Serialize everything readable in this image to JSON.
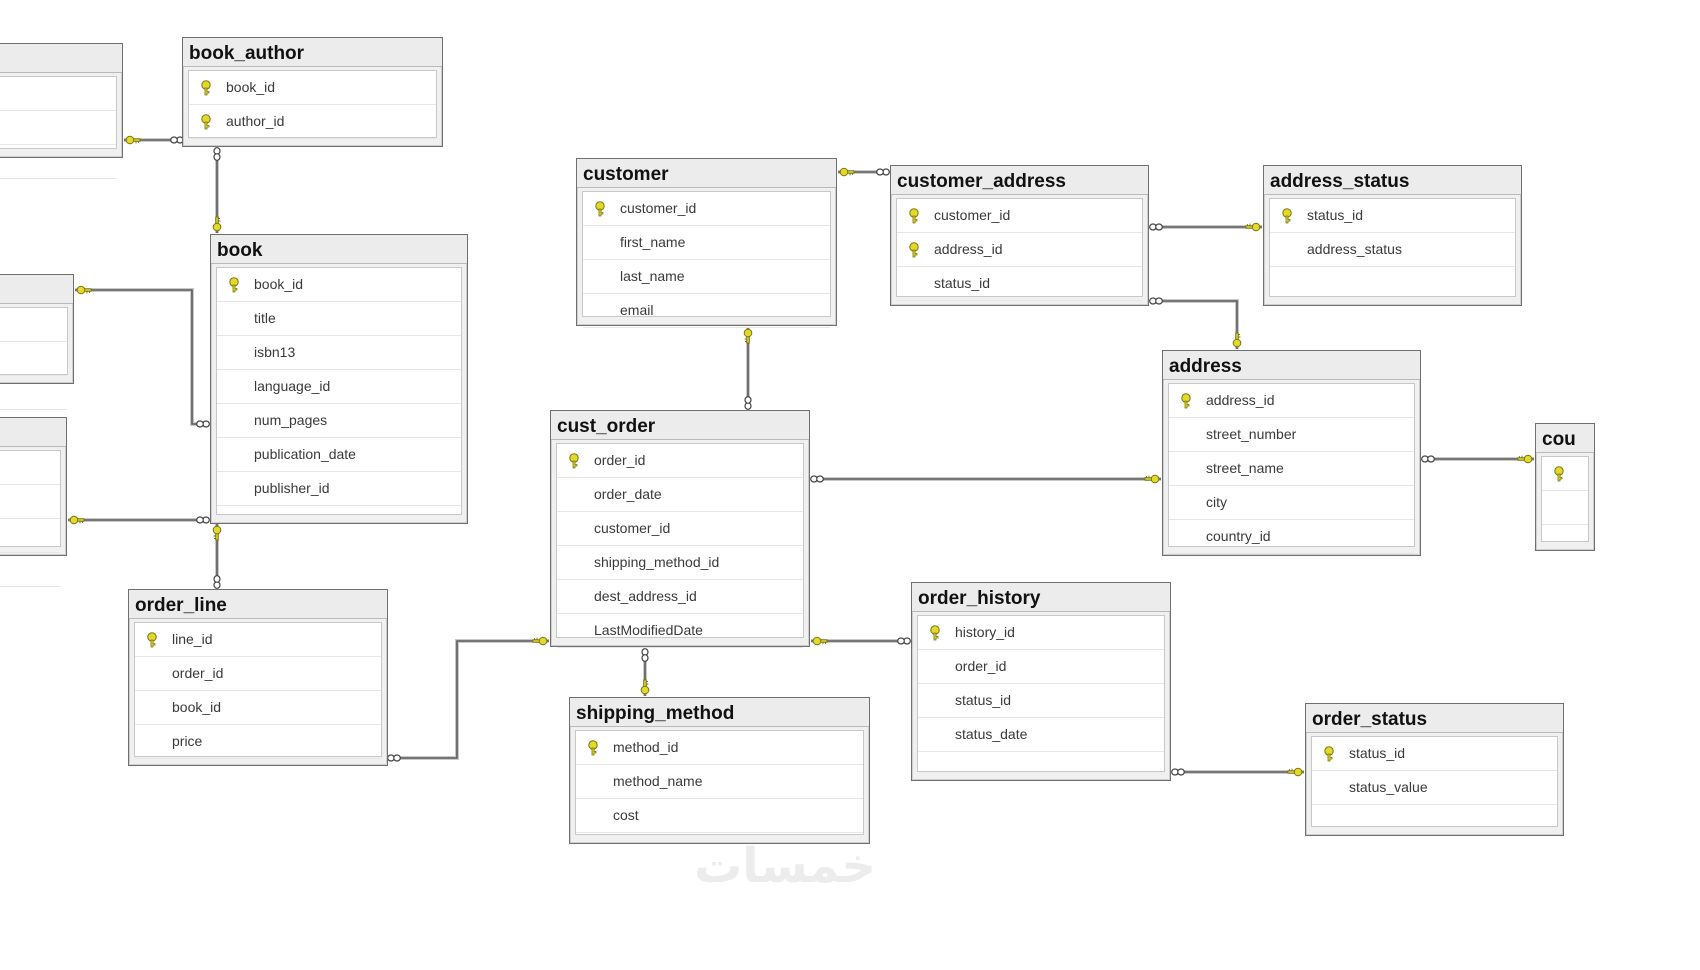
{
  "tables": [
    {
      "id": "book_author",
      "name": "book_author",
      "columns": [
        {
          "name": "book_id",
          "pk": true
        },
        {
          "name": "author_id",
          "pk": true
        }
      ]
    },
    {
      "id": "book",
      "name": "book",
      "columns": [
        {
          "name": "book_id",
          "pk": true
        },
        {
          "name": "title",
          "pk": false
        },
        {
          "name": "isbn13",
          "pk": false
        },
        {
          "name": "language_id",
          "pk": false
        },
        {
          "name": "num_pages",
          "pk": false
        },
        {
          "name": "publication_date",
          "pk": false
        },
        {
          "name": "publisher_id",
          "pk": false
        }
      ]
    },
    {
      "id": "order_line",
      "name": "order_line",
      "columns": [
        {
          "name": "line_id",
          "pk": true
        },
        {
          "name": "order_id",
          "pk": false
        },
        {
          "name": "book_id",
          "pk": false
        },
        {
          "name": "price",
          "pk": false
        }
      ]
    },
    {
      "id": "customer",
      "name": "customer",
      "columns": [
        {
          "name": "customer_id",
          "pk": true
        },
        {
          "name": "first_name",
          "pk": false
        },
        {
          "name": "last_name",
          "pk": false
        },
        {
          "name": "email",
          "pk": false
        }
      ]
    },
    {
      "id": "cust_order",
      "name": "cust_order",
      "columns": [
        {
          "name": "order_id",
          "pk": true
        },
        {
          "name": "order_date",
          "pk": false
        },
        {
          "name": "customer_id",
          "pk": false
        },
        {
          "name": "shipping_method_id",
          "pk": false
        },
        {
          "name": "dest_address_id",
          "pk": false
        },
        {
          "name": "LastModifiedDate",
          "pk": false
        }
      ]
    },
    {
      "id": "shipping_method",
      "name": "shipping_method",
      "columns": [
        {
          "name": "method_id",
          "pk": true
        },
        {
          "name": "method_name",
          "pk": false
        },
        {
          "name": "cost",
          "pk": false
        }
      ]
    },
    {
      "id": "customer_address",
      "name": "customer_address",
      "columns": [
        {
          "name": "customer_id",
          "pk": true
        },
        {
          "name": "address_id",
          "pk": true
        },
        {
          "name": "status_id",
          "pk": false
        }
      ]
    },
    {
      "id": "address_status",
      "name": "address_status",
      "columns": [
        {
          "name": "status_id",
          "pk": true
        },
        {
          "name": "address_status",
          "pk": false
        }
      ]
    },
    {
      "id": "address",
      "name": "address",
      "columns": [
        {
          "name": "address_id",
          "pk": true
        },
        {
          "name": "street_number",
          "pk": false
        },
        {
          "name": "street_name",
          "pk": false
        },
        {
          "name": "city",
          "pk": false
        },
        {
          "name": "country_id",
          "pk": false
        }
      ]
    },
    {
      "id": "order_history",
      "name": "order_history",
      "columns": [
        {
          "name": "history_id",
          "pk": true
        },
        {
          "name": "order_id",
          "pk": false
        },
        {
          "name": "status_id",
          "pk": false
        },
        {
          "name": "status_date",
          "pk": false
        }
      ]
    },
    {
      "id": "order_status",
      "name": "order_status",
      "columns": [
        {
          "name": "status_id",
          "pk": true
        },
        {
          "name": "status_value",
          "pk": false
        }
      ]
    },
    {
      "id": "partial_top_left",
      "name": "",
      "columns": [
        {
          "name": "",
          "pk": false
        },
        {
          "name": "",
          "pk": false
        },
        {
          "name": "",
          "pk": false
        }
      ]
    },
    {
      "id": "partial_mid_left",
      "name": "",
      "columns": [
        {
          "name": "",
          "pk": false
        },
        {
          "name": "",
          "pk": false
        },
        {
          "name": "",
          "pk": false
        }
      ]
    },
    {
      "id": "partial_low_left",
      "name": "",
      "columns": [
        {
          "name": "",
          "pk": false
        },
        {
          "name": "",
          "pk": false
        },
        {
          "name": "",
          "pk": false
        },
        {
          "name": "",
          "pk": false
        }
      ]
    },
    {
      "id": "partial_right",
      "name": "cou",
      "columns": [
        {
          "name": "",
          "pk": true
        },
        {
          "name": "",
          "pk": false
        }
      ]
    }
  ],
  "relationships": [
    {
      "from": "book_author",
      "to": "partial_top_left"
    },
    {
      "from": "book_author",
      "to": "book"
    },
    {
      "from": "book",
      "to": "partial_mid_left"
    },
    {
      "from": "book",
      "to": "partial_low_left"
    },
    {
      "from": "order_line",
      "to": "book"
    },
    {
      "from": "order_line",
      "to": "cust_order"
    },
    {
      "from": "cust_order",
      "to": "customer"
    },
    {
      "from": "cust_order",
      "to": "address"
    },
    {
      "from": "cust_order",
      "to": "shipping_method"
    },
    {
      "from": "order_history",
      "to": "cust_order"
    },
    {
      "from": "customer_address",
      "to": "customer"
    },
    {
      "from": "customer_address",
      "to": "address_status"
    },
    {
      "from": "customer_address",
      "to": "address"
    },
    {
      "from": "address",
      "to": "partial_right"
    },
    {
      "from": "order_history",
      "to": "order_status"
    }
  ],
  "watermark": "خمسات",
  "colors": {
    "key": "#e3d92b",
    "key_outline": "#7a7410",
    "line": "#5a5a5a"
  }
}
